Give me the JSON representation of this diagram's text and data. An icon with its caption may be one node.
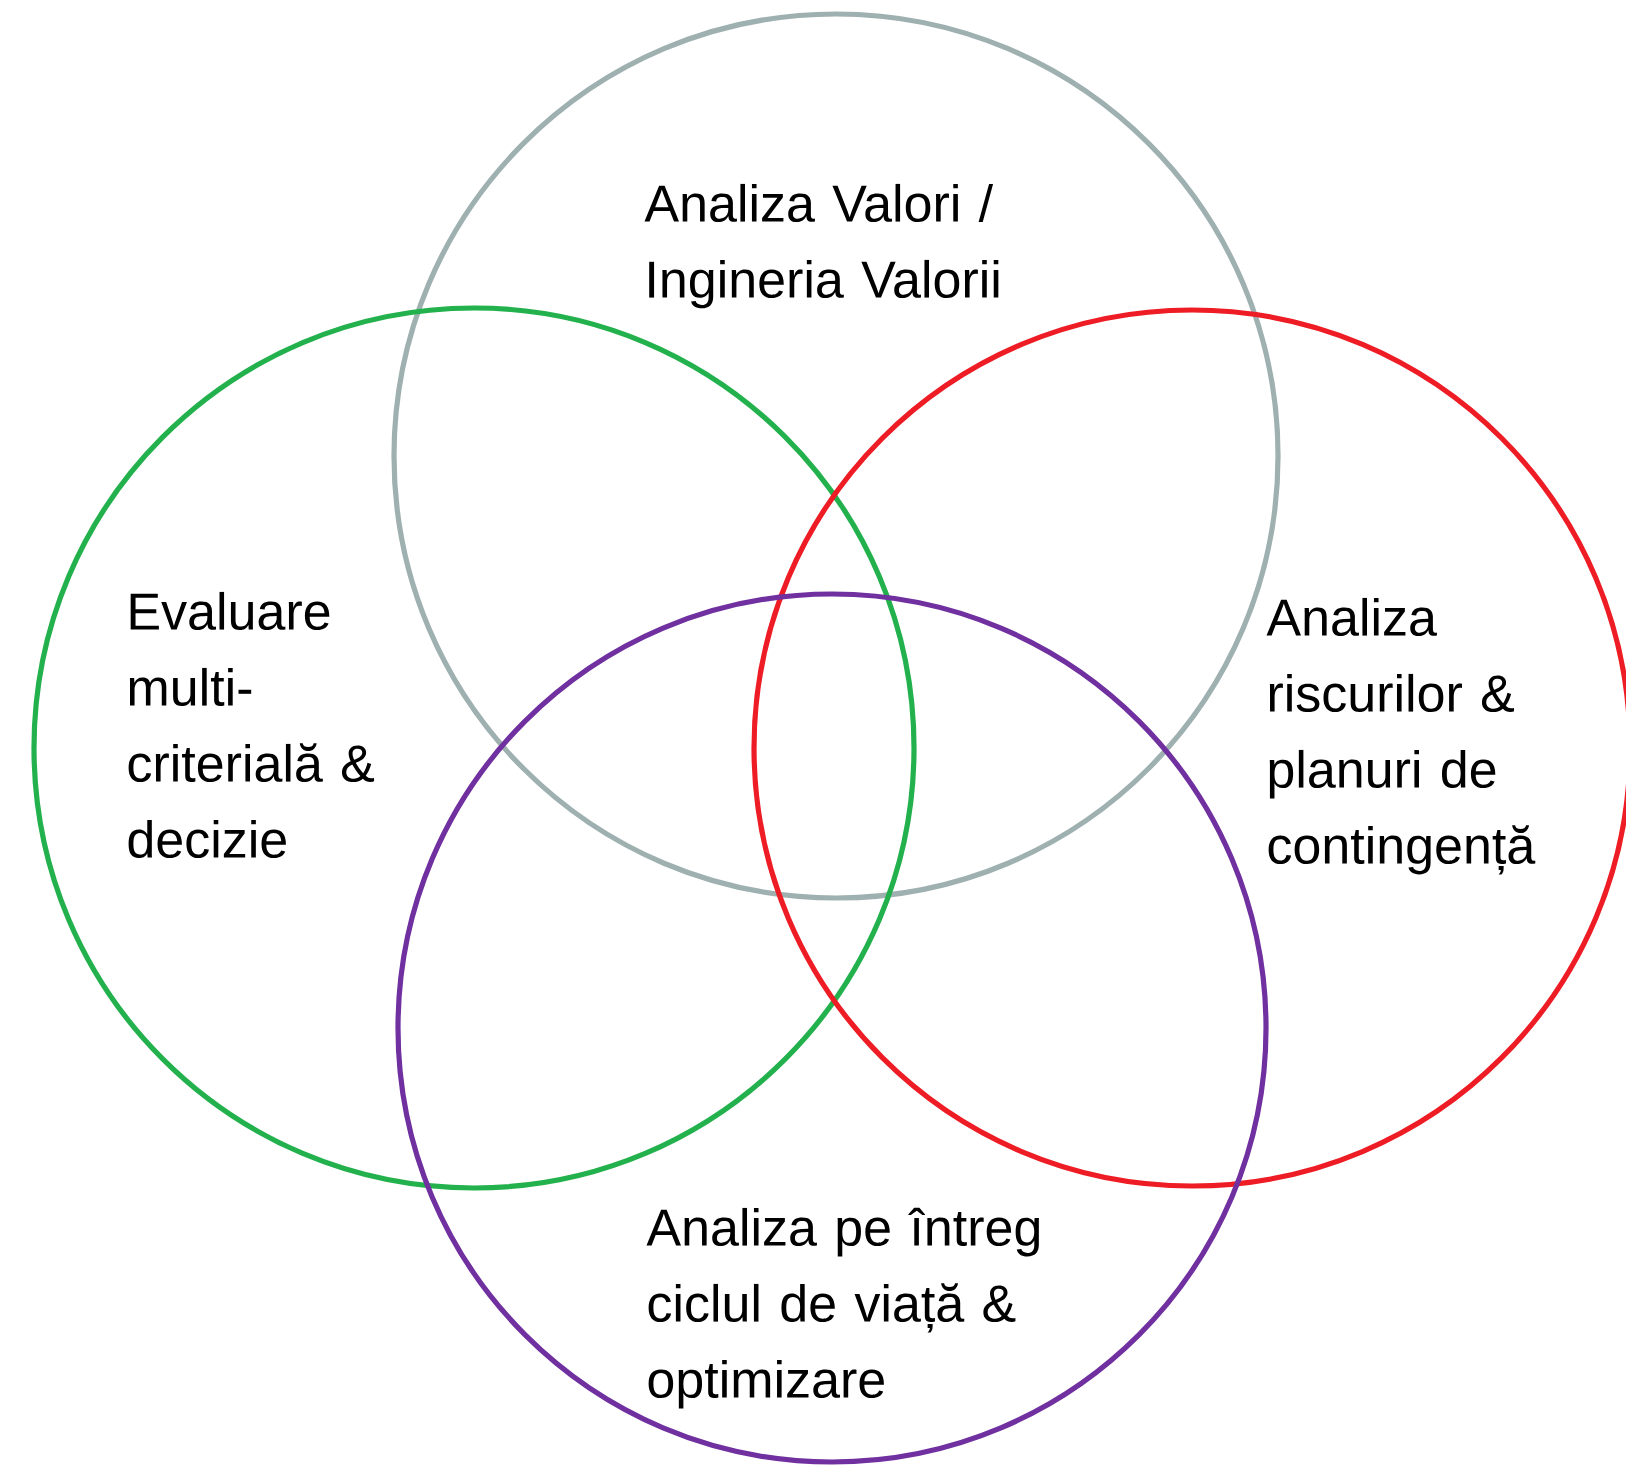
{
  "diagram": {
    "nodes": [
      {
        "text": [
          "Analiza Valori / Ingineria Valorii"
        ]
      },
      {
        "text": [
          "Evaluare multi-criterială & decizie"
        ]
      },
      {
        "text": [
          "Analiza riscurilor & planuri de contingență"
        ]
      },
      {
        "text": [
          "Analiza pe întreg ciclul de viață & optimizare"
        ]
      }
    ]
  }
}
